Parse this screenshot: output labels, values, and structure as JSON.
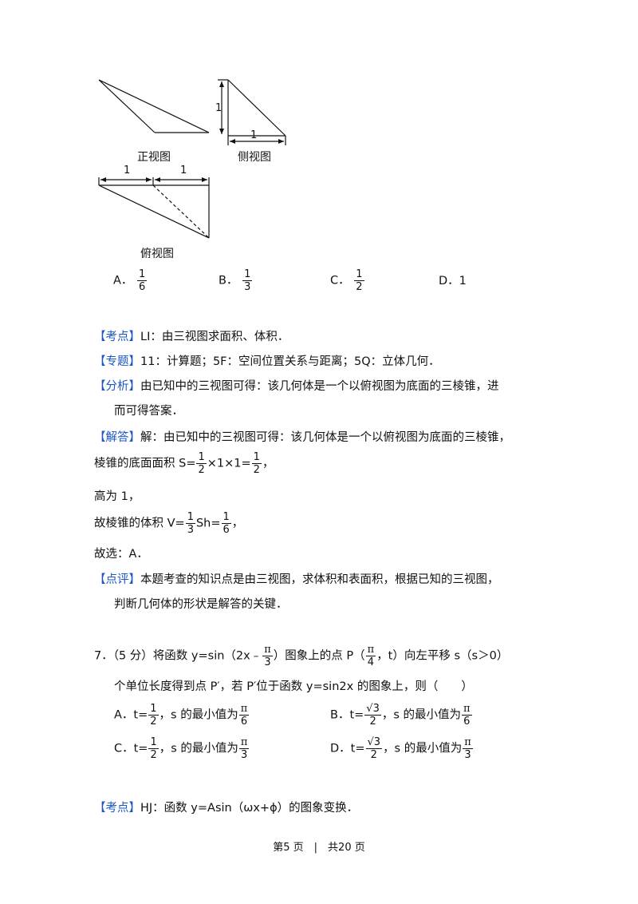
{
  "figures": {
    "front_label": "正视图",
    "side_label": "侧视图",
    "top_label": "俯视图",
    "dim_one": "1"
  },
  "q6_options": {
    "a_label": "A．",
    "a_num": "1",
    "a_den": "6",
    "b_label": "B．",
    "b_num": "1",
    "b_den": "3",
    "c_label": "C．",
    "c_num": "1",
    "c_den": "2",
    "d_label": "D．1"
  },
  "q6_analysis": {
    "kaodian_tag": "【考点】",
    "kaodian_text": "LI：由三视图求面积、体积．",
    "zhuanti_tag": "【专题】",
    "zhuanti_text": "11：计算题；5F：空间位置关系与距离；5Q：立体几何．",
    "fenxi_tag": "【分析】",
    "fenxi_line1": "由已知中的三视图可得：该几何体是一个以俯视图为底面的三棱锥，进",
    "fenxi_line2": "而可得答案．",
    "jieda_tag": "【解答】",
    "jieda_line1": "解：由已知中的三视图可得：该几何体是一个以俯视图为底面的三棱锥，",
    "s_prefix": "棱锥的底面面积 S=",
    "s_frac1_num": "1",
    "s_frac1_den": "2",
    "s_mid": "×1×1=",
    "s_frac2_num": "1",
    "s_frac2_den": "2",
    "s_suffix": "，",
    "height_line": "高为 1，",
    "v_prefix": "故棱锥的体积 V=",
    "v_frac1_num": "1",
    "v_frac1_den": "3",
    "v_mid": "Sh=",
    "v_frac2_num": "1",
    "v_frac2_den": "6",
    "v_suffix": "，",
    "answer_line": "故选：A．",
    "dianping_tag": "【点评】",
    "dianping_line1": "本题考查的知识点是由三视图，求体积和表面积，根据已知的三视图，",
    "dianping_line2": "判断几何体的形状是解答的关键．"
  },
  "q7": {
    "stem_a": "7．（5 分）将函数 y=sin（2x﹣",
    "pi": "π",
    "three": "3",
    "stem_b": "）图象上的点 P（",
    "four": "4",
    "stem_c": "，t）向左平移 s（s＞0）",
    "stem_line2": "个单位长度得到点 P′，若 P′位于函数 y=sin2x 的图象上，则（　　）",
    "a_prefix": "A．t=",
    "a_num": "1",
    "a_den": "2",
    "a_mid": "，s 的最小值为",
    "a_pi_den": "6",
    "b_prefix": "B．t=",
    "b_num": "√3",
    "b_den": "2",
    "b_mid": "，s 的最小值为",
    "b_pi_den": "6",
    "c_prefix": "C．t=",
    "c_num": "1",
    "c_den": "2",
    "c_mid": "，s 的最小值为",
    "c_pi_den": "3",
    "d_prefix": "D．t=",
    "d_num": "√3",
    "d_den": "2",
    "d_mid": "，s 的最小值为",
    "d_pi_den": "3",
    "kaodian_tag": "【考点】",
    "kaodian_text": "HJ：函数 y=Asin（ωx+ϕ）的图象变换．"
  },
  "footer": {
    "text": "第5 页　|　共20 页"
  }
}
